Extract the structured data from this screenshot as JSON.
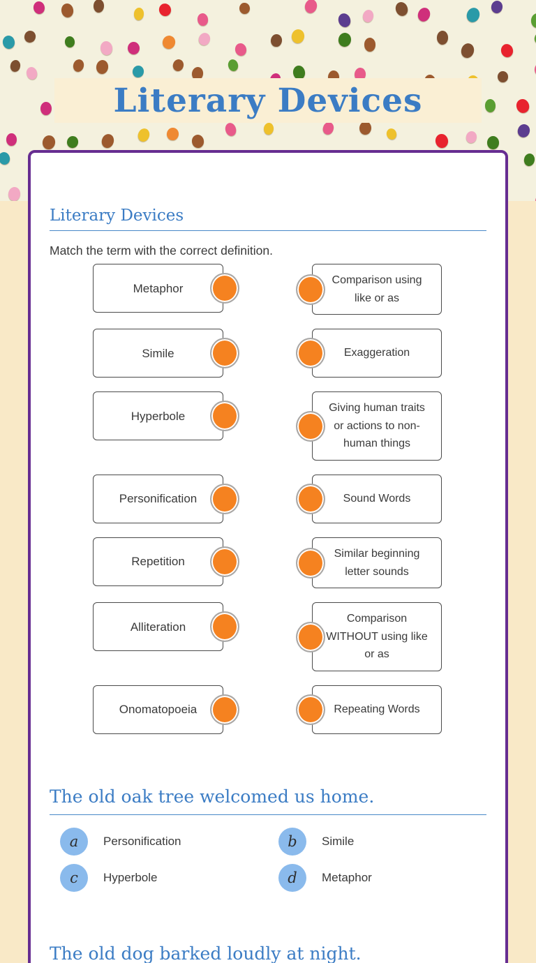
{
  "title": "Literary Devices",
  "section1": {
    "heading": "Literary Devices",
    "instruction": "Match the term with the correct definition.",
    "terms": [
      "Metaphor",
      "Simile",
      "Hyperbole",
      "Personification",
      "Repetition",
      "Alliteration",
      "Onomatopoeia"
    ],
    "definitions": [
      "Comparison using like or as",
      "Exaggeration",
      "Giving human traits or actions to non-human things",
      "Sound Words",
      "Similar beginning letter sounds",
      "Comparison WITHOUT using like or as",
      "Repeating Words"
    ]
  },
  "section2": {
    "heading": "The old oak tree welcomed us home.",
    "options": [
      {
        "letter": "a",
        "label": "Personification"
      },
      {
        "letter": "b",
        "label": "Simile"
      },
      {
        "letter": "c",
        "label": "Hyperbole"
      },
      {
        "letter": "d",
        "label": "Metaphor"
      }
    ]
  },
  "section3": {
    "heading_partial": "The old dog barked loudly at night."
  },
  "colors": {
    "accent_blue": "#3b7cc4",
    "card_border_purple": "#662d91",
    "connector_orange": "#f58220",
    "connector_ring_gray": "#a8a8a8",
    "option_badge_blue": "#8abaec",
    "page_background_tan": "#f9e9c7",
    "confetti_background": "#f4f1de",
    "banner_background": "#faefd4",
    "text_dark": "#3a3a3a"
  },
  "confetti_palette": [
    "#7d4f30",
    "#9c5a2e",
    "#e8232e",
    "#2a9aa8",
    "#5a9e32",
    "#3f7d1e",
    "#ef8932",
    "#f2a9c4",
    "#e85a8a",
    "#cf2f7b",
    "#5c3d8f",
    "#eec12c"
  ]
}
